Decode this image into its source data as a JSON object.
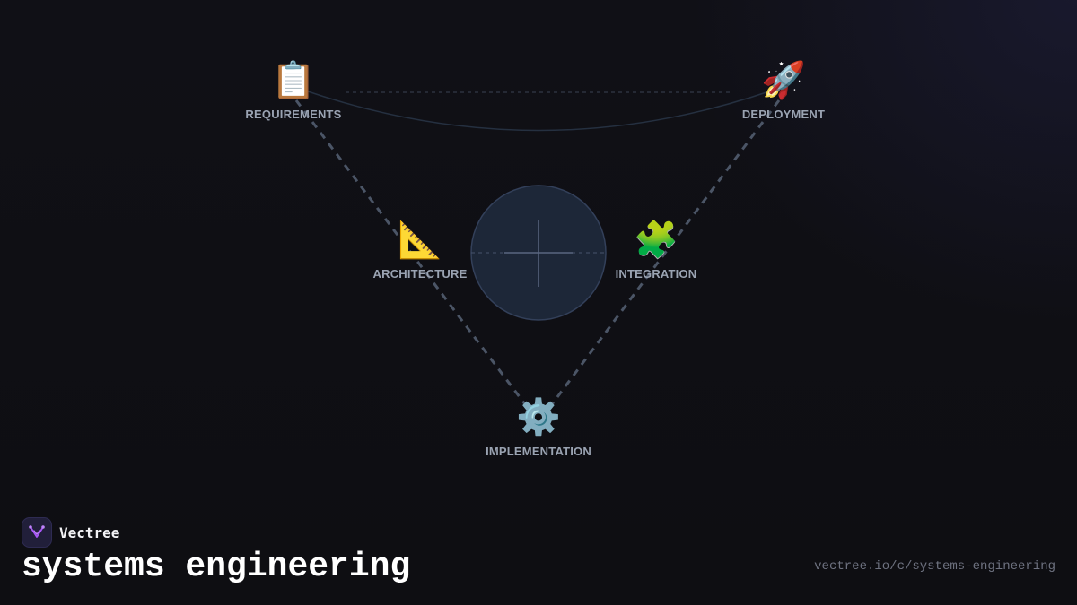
{
  "diagram": {
    "nodes": [
      {
        "id": "requirements",
        "icon": "📋",
        "icon_name": "clipboard-icon",
        "label": "REQUIREMENTS"
      },
      {
        "id": "deployment",
        "icon": "🚀",
        "icon_name": "rocket-icon",
        "label": "DEPLOYMENT"
      },
      {
        "id": "architecture",
        "icon": "📐",
        "icon_name": "triangular-ruler-icon",
        "label": "ARCHITECTURE"
      },
      {
        "id": "integration",
        "icon": "🧩",
        "icon_name": "puzzle-piece-icon",
        "label": "INTEGRATION"
      },
      {
        "id": "implementation",
        "icon": "⚙️",
        "icon_name": "gear-icon",
        "label": "IMPLEMENTATION"
      }
    ],
    "edges": [
      {
        "from": "requirements",
        "to": "implementation",
        "style": "dashed"
      },
      {
        "from": "implementation",
        "to": "deployment",
        "style": "dashed"
      },
      {
        "from": "requirements",
        "to": "deployment",
        "style": "curve"
      }
    ],
    "colors": {
      "edge": "#4b5566",
      "label": "#9aa3b2",
      "center_fill": "#1d2738",
      "center_stroke": "#33405a"
    }
  },
  "brand": {
    "name": "Vectree",
    "logo_icon": "vectree-logo-icon",
    "accent": "#a855f7"
  },
  "title": "systems engineering",
  "url": "vectree.io/c/systems-engineering"
}
